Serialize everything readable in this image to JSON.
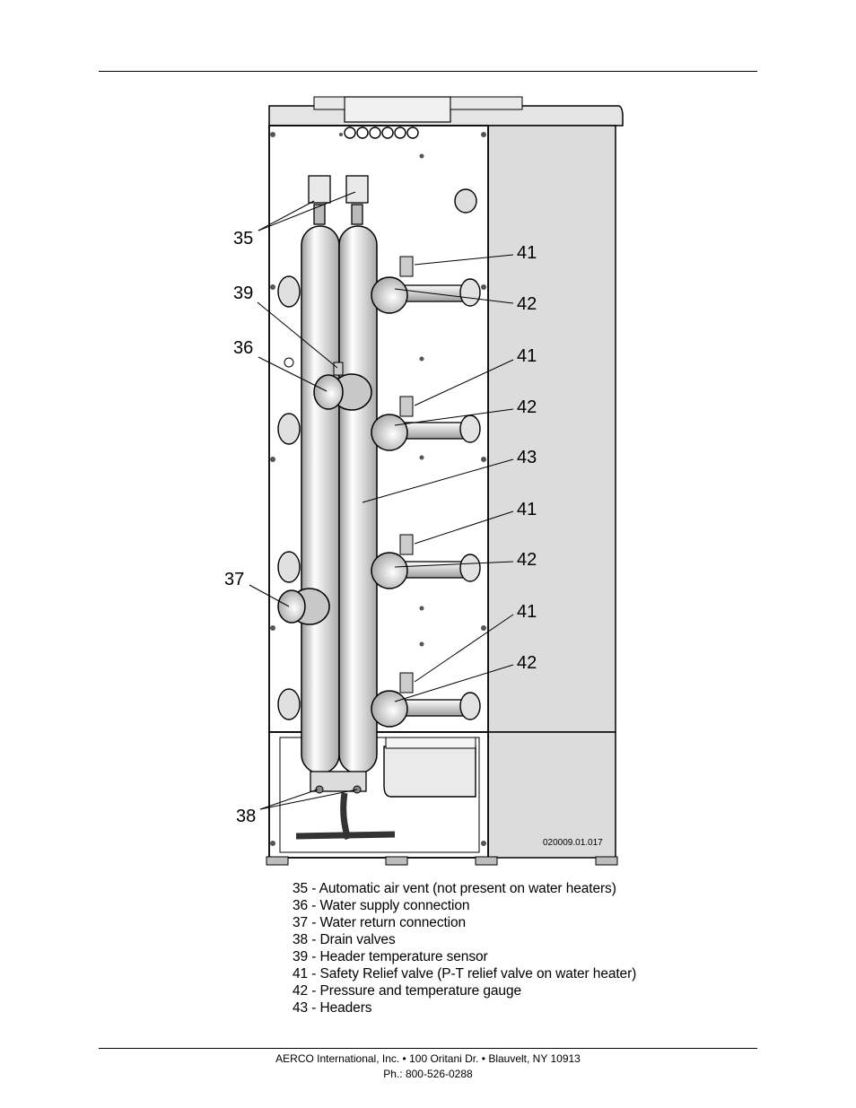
{
  "figure": {
    "callouts": {
      "c35": "35",
      "c39": "39",
      "c36": "36",
      "c37": "37",
      "c38": "38",
      "c41a": "41",
      "c42a": "42",
      "c41b": "41",
      "c42b": "42",
      "c43": "43",
      "c41c": "41",
      "c42c": "42",
      "c41d": "41",
      "c42d": "42"
    },
    "drawing_number": "020009.01.017"
  },
  "legend": [
    "35 - Automatic air vent (not present on water heaters)",
    "36 - Water supply connection",
    "37 - Water return connection",
    "38 - Drain valves",
    "39 - Header temperature sensor",
    "41 - Safety Relief valve (P-T relief valve on water heater)",
    "42 - Pressure and temperature gauge",
    "43 - Headers"
  ],
  "footer": {
    "line1": "AERCO International, Inc. • 100 Oritani Dr. •  Blauvelt, NY 10913",
    "line2": "Ph.: 800-526-0288"
  }
}
